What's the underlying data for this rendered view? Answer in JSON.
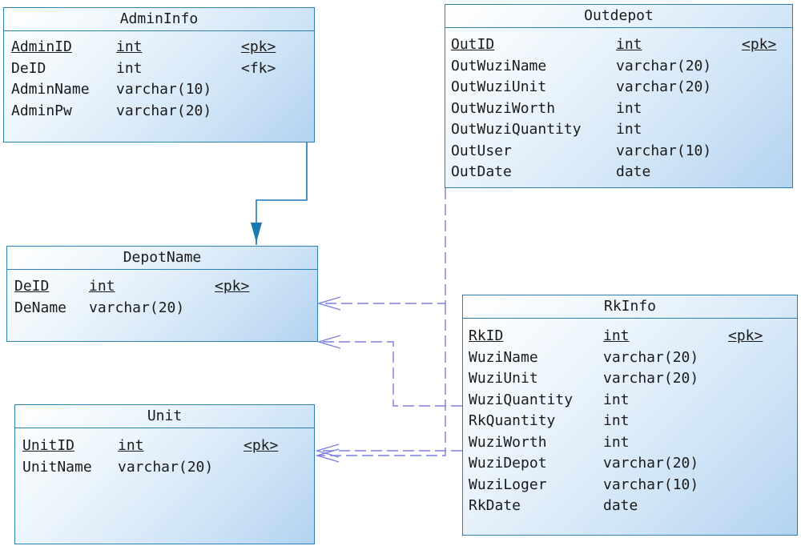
{
  "entities": {
    "admininfo": {
      "title": "AdminInfo",
      "rows": [
        {
          "name": "AdminID",
          "type": "int",
          "key": "<pk>"
        },
        {
          "name": "DeID",
          "type": "int",
          "key": "<fk>"
        },
        {
          "name": "AdminName",
          "type": "varchar(10)",
          "key": ""
        },
        {
          "name": "AdminPw",
          "type": "varchar(20)",
          "key": ""
        }
      ]
    },
    "outdepot": {
      "title": "Outdepot",
      "rows": [
        {
          "name": "OutID",
          "type": "int",
          "key": "<pk>"
        },
        {
          "name": "OutWuziName",
          "type": "varchar(20)",
          "key": ""
        },
        {
          "name": "OutWuziUnit",
          "type": "varchar(20)",
          "key": ""
        },
        {
          "name": "OutWuziWorth",
          "type": "int",
          "key": ""
        },
        {
          "name": "OutWuziQuantity",
          "type": "int",
          "key": ""
        },
        {
          "name": "OutUser",
          "type": "varchar(10)",
          "key": ""
        },
        {
          "name": "OutDate",
          "type": "date",
          "key": ""
        }
      ]
    },
    "depotname": {
      "title": "DepotName",
      "rows": [
        {
          "name": "DeID",
          "type": "int",
          "key": "<pk>"
        },
        {
          "name": "DeName",
          "type": "varchar(20)",
          "key": ""
        }
      ]
    },
    "rkinfo": {
      "title": "RkInfo",
      "rows": [
        {
          "name": "RkID",
          "type": "int",
          "key": "<pk>"
        },
        {
          "name": "WuziName",
          "type": "varchar(20)",
          "key": ""
        },
        {
          "name": "WuziUnit",
          "type": "varchar(20)",
          "key": ""
        },
        {
          "name": "WuziQuantity",
          "type": "int",
          "key": ""
        },
        {
          "name": "RkQuantity",
          "type": "int",
          "key": ""
        },
        {
          "name": "WuziWorth",
          "type": "int",
          "key": ""
        },
        {
          "name": "WuziDepot",
          "type": "varchar(20)",
          "key": ""
        },
        {
          "name": "WuziLoger",
          "type": "varchar(10)",
          "key": ""
        },
        {
          "name": "RkDate",
          "type": "date",
          "key": ""
        }
      ]
    },
    "unit": {
      "title": "Unit",
      "rows": [
        {
          "name": "UnitID",
          "type": "int",
          "key": "<pk>"
        },
        {
          "name": "UnitName",
          "type": "varchar(20)",
          "key": ""
        }
      ]
    }
  },
  "colors": {
    "border": "#2a7fb5",
    "solid_link": "#1a7ab0",
    "dashed_link": "#7b7fe0"
  }
}
